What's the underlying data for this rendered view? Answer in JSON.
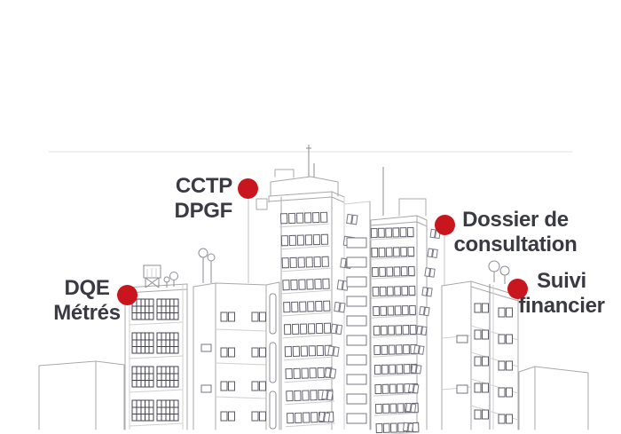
{
  "diagram": {
    "title_hidden": "",
    "labels": {
      "cctp": {
        "line1": "CCTP",
        "line2": "DPGF"
      },
      "dossier": {
        "line1": "Dossier de",
        "line2": "consultation"
      },
      "dqe": {
        "line1": "DQE",
        "line2": "Métrés"
      },
      "suivi": {
        "line1": "Suivi",
        "line2": "financier"
      }
    },
    "colors": {
      "marker": "#c9161e",
      "text": "#3a3a43",
      "line_art": "#a9a9a9",
      "background": "#ffffff"
    }
  }
}
